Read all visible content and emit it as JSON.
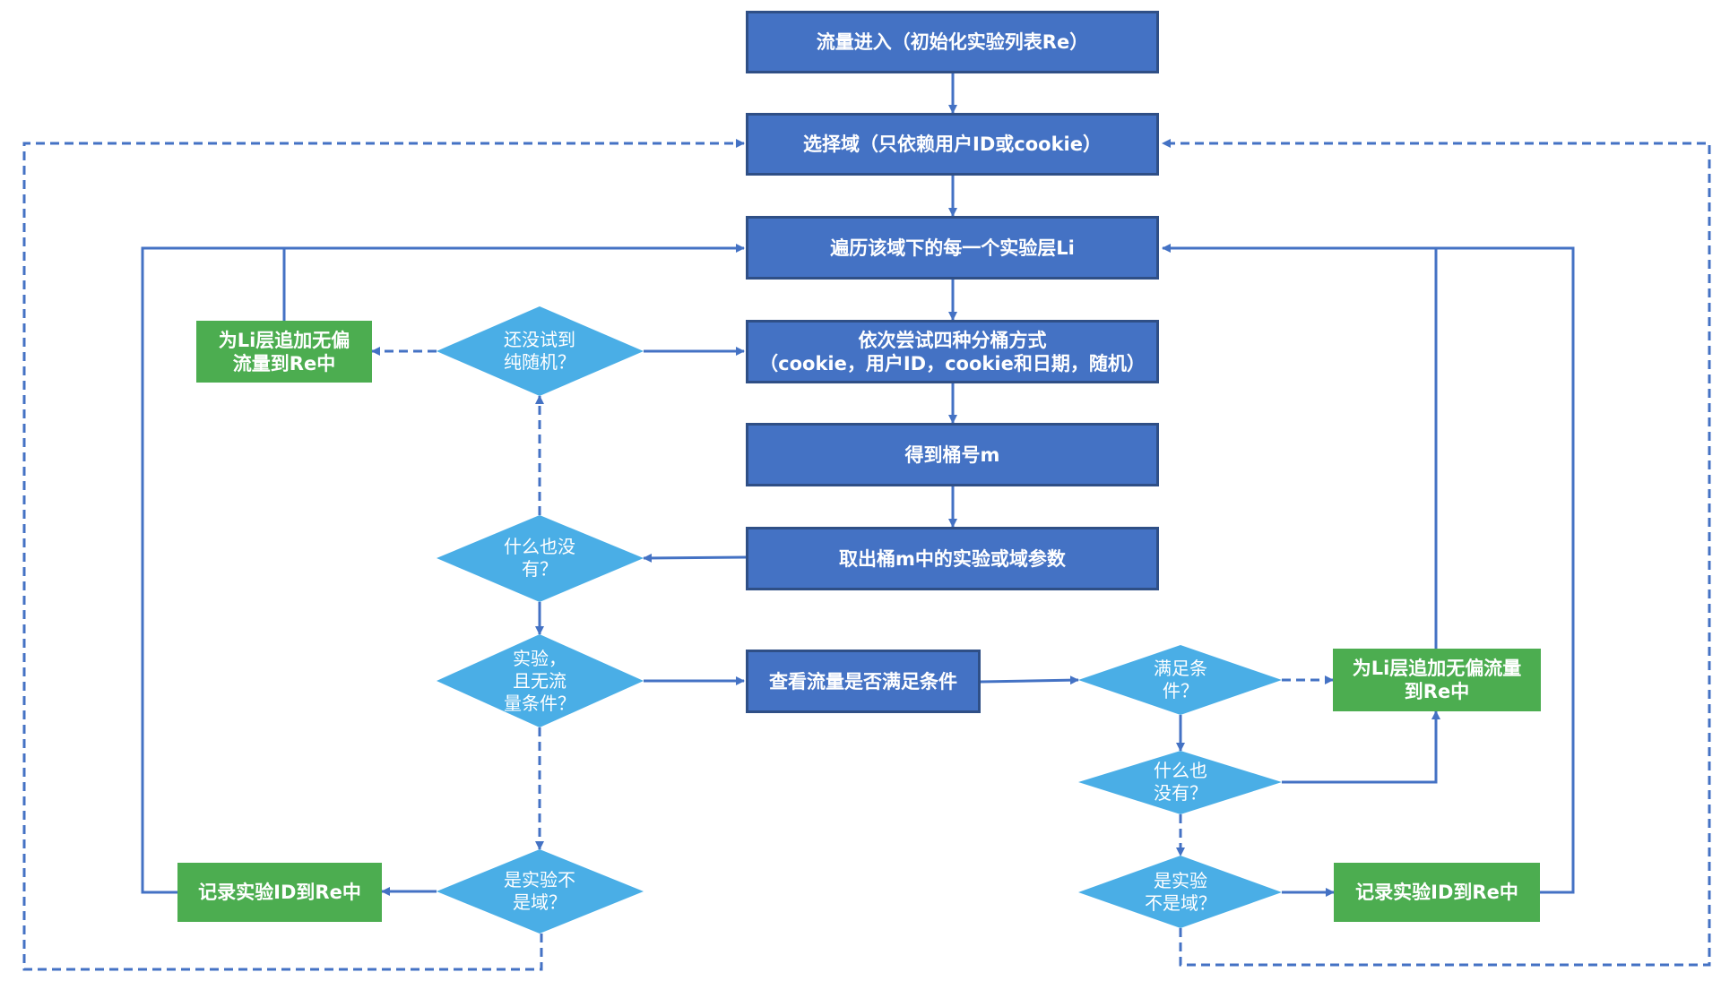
{
  "colors": {
    "process": "#4472c4",
    "process_border": "#2f4f86",
    "action": "#4cad50",
    "decision": "#4aaee6",
    "edge": "#4472c4"
  },
  "nodes": {
    "traffic_in": "流量进入（初始化实验列表Re）",
    "select_domain": "选择域（只依赖用户ID或cookie）",
    "traverse_layers": "遍历该域下的每一个实验层Li",
    "try_bucketing": "依次尝试四种分桶方式\n（cookie，用户ID，cookie和日期，随机）",
    "get_bucket": "得到桶号m",
    "fetch_params": "取出桶m中的实验或域参数",
    "check_condition": "查看流量是否满足条件",
    "add_unbiased_left": "为Li层追加无偏\n流量到Re中",
    "add_unbiased_right": "为Li层追加无偏流量\n到Re中",
    "record_left": "记录实验ID到Re中",
    "record_right": "记录实验ID到Re中"
  },
  "decisions": {
    "not_tried_random": "还没试到\n纯随机？",
    "nothing_left": "什么也没\n有？",
    "experiment_no_condition": "实验，\n且无流\n量条件？",
    "is_exp_not_domain_left": "是实验不\n是域？",
    "meets_condition": "满足条\n件？",
    "nothing_right": "什么也\n没有？",
    "is_exp_not_domain_right": "是实验\n不是域？"
  }
}
